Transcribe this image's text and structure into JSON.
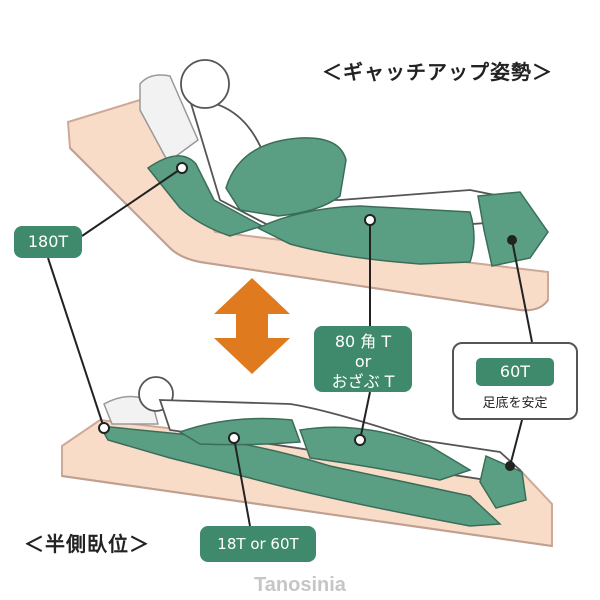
{
  "titles": {
    "top": "＜ギャッチアップ姿勢＞",
    "bottom": "＜半側臥位＞"
  },
  "labels": {
    "t180": "180T",
    "t80_line1": "80 角 T",
    "t80_line2": "or",
    "t80_line3": "おざぶ T",
    "t18_60": "18T or 60T",
    "t60": "60T",
    "t60_desc": "足底を安定"
  },
  "brand": "Tanosinia",
  "colors": {
    "mattress": "#f8dcc8",
    "mattress_edge": "#cfa998",
    "cushion": "#5a9f84",
    "tag": "#3f8a6c",
    "arrow": "#e07a1f",
    "line": "#222222"
  }
}
